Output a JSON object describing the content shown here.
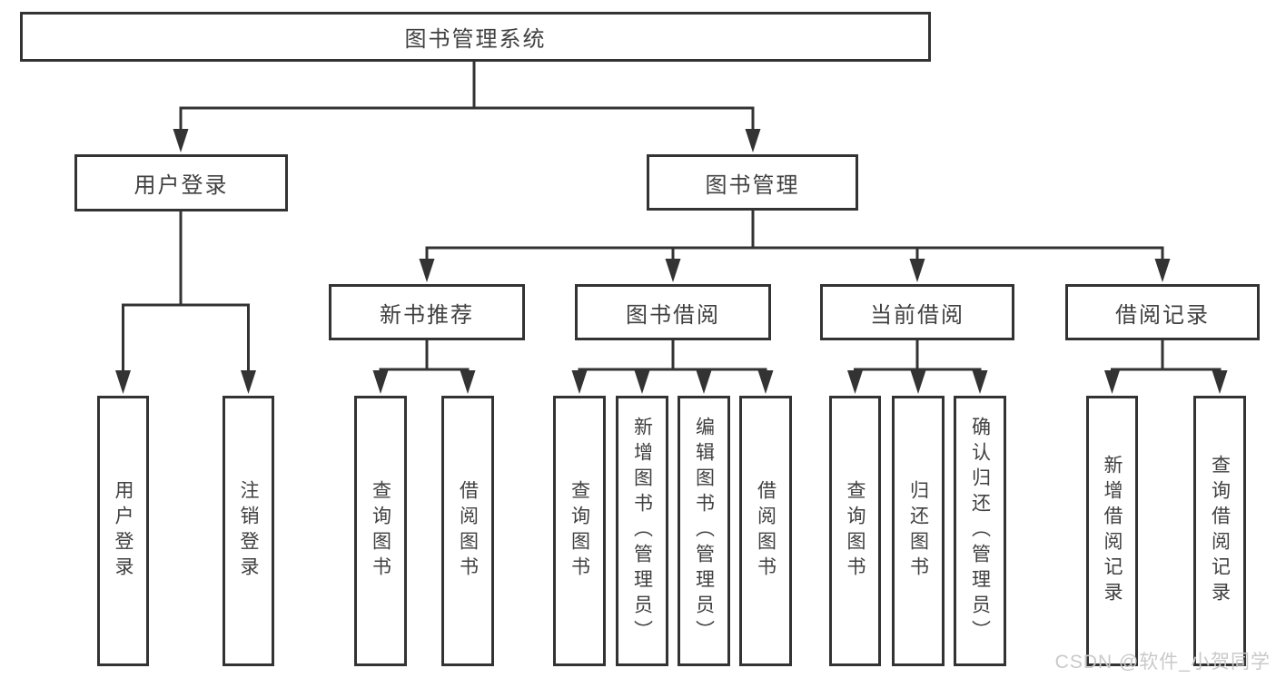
{
  "root": {
    "label": "图书管理系统"
  },
  "branches": [
    {
      "label": "用户登录",
      "children": [
        {
          "label": "用户登录"
        },
        {
          "label": "注销登录"
        }
      ]
    },
    {
      "label": "图书管理",
      "children": [
        {
          "label": "新书推荐",
          "children": [
            {
              "label": "查询图书"
            },
            {
              "label": "借阅图书"
            }
          ]
        },
        {
          "label": "图书借阅",
          "children": [
            {
              "label": "查询图书"
            },
            {
              "label": "新增图书（管理员）"
            },
            {
              "label": "编辑图书（管理员）"
            },
            {
              "label": "借阅图书"
            }
          ]
        },
        {
          "label": "当前借阅",
          "children": [
            {
              "label": "查询图书"
            },
            {
              "label": "归还图书"
            },
            {
              "label": "确认归还（管理员）"
            }
          ]
        },
        {
          "label": "借阅记录",
          "children": [
            {
              "label": "新增借阅记录"
            },
            {
              "label": "查询借阅记录"
            }
          ]
        }
      ]
    }
  ],
  "watermark": "CSDN @软件_小贺同学",
  "colors": {
    "line": "#333333",
    "text": "#404040",
    "watermark": "#c9c9c9",
    "background": "#ffffff"
  }
}
